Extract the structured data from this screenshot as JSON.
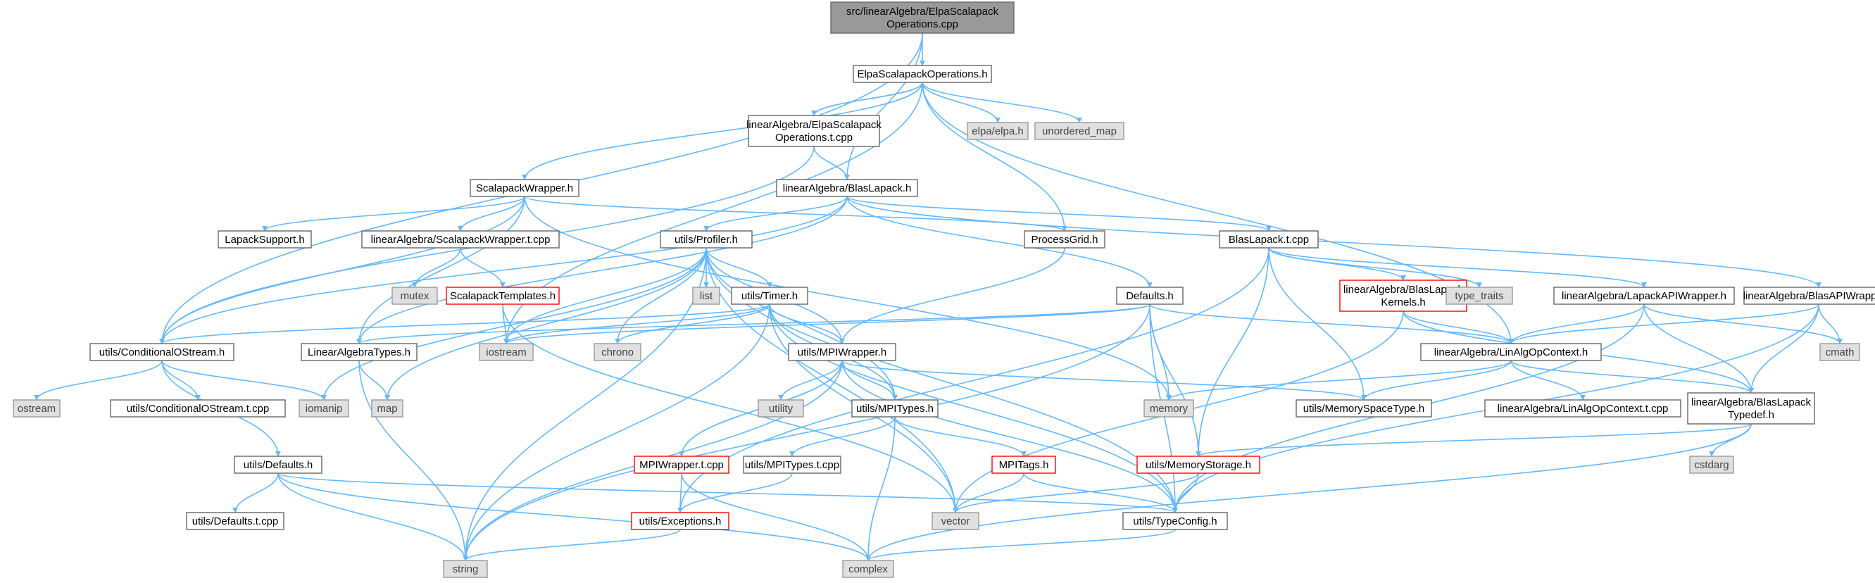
{
  "nodes": [
    {
      "id": "root",
      "lines": [
        "src/linearAlgebra/ElpaScalapack",
        "Operations.cpp"
      ],
      "style": "root"
    },
    {
      "id": "elpa_ops_h",
      "lines": [
        "ElpaScalapackOperations.h"
      ],
      "style": "normal"
    },
    {
      "id": "elpa_ops_t",
      "lines": [
        "linearAlgebra/ElpaScalapack",
        "Operations.t.cpp"
      ],
      "style": "normal"
    },
    {
      "id": "elpa_h",
      "lines": [
        "elpa/elpa.h"
      ],
      "style": "sys"
    },
    {
      "id": "unordered_map",
      "lines": [
        "unordered_map"
      ],
      "style": "sys"
    },
    {
      "id": "scalapack_wrapper_h",
      "lines": [
        "ScalapackWrapper.h"
      ],
      "style": "normal"
    },
    {
      "id": "blaslapack_h",
      "lines": [
        "linearAlgebra/BlasLapack.h"
      ],
      "style": "normal"
    },
    {
      "id": "lapack_support",
      "lines": [
        "LapackSupport.h"
      ],
      "style": "normal"
    },
    {
      "id": "scalapack_wrapper_t",
      "lines": [
        "linearAlgebra/ScalapackWrapper.t.cpp"
      ],
      "style": "normal"
    },
    {
      "id": "profiler",
      "lines": [
        "utils/Profiler.h"
      ],
      "style": "normal"
    },
    {
      "id": "process_grid",
      "lines": [
        "ProcessGrid.h"
      ],
      "style": "normal"
    },
    {
      "id": "blaslapack_t",
      "lines": [
        "BlasLapack.t.cpp"
      ],
      "style": "normal"
    },
    {
      "id": "mutex",
      "lines": [
        "mutex"
      ],
      "style": "sys"
    },
    {
      "id": "scalapack_templates",
      "lines": [
        "ScalapackTemplates.h"
      ],
      "style": "red"
    },
    {
      "id": "list",
      "lines": [
        "list"
      ],
      "style": "sys"
    },
    {
      "id": "timer",
      "lines": [
        "utils/Timer.h"
      ],
      "style": "normal"
    },
    {
      "id": "defaults_h",
      "lines": [
        "Defaults.h"
      ],
      "style": "normal"
    },
    {
      "id": "blaslapack_kernels",
      "lines": [
        "linearAlgebra/BlasLapack",
        "Kernels.h"
      ],
      "style": "red"
    },
    {
      "id": "type_traits",
      "lines": [
        "type_traits"
      ],
      "style": "sys"
    },
    {
      "id": "lapack_api_wrapper",
      "lines": [
        "linearAlgebra/LapackAPIWrapper.h"
      ],
      "style": "normal"
    },
    {
      "id": "blas_api_wrapper",
      "lines": [
        "linearAlgebra/BlasAPIWrapper.h"
      ],
      "style": "normal"
    },
    {
      "id": "cond_ostream_h",
      "lines": [
        "utils/ConditionalOStream.h"
      ],
      "style": "normal"
    },
    {
      "id": "lin_alg_types",
      "lines": [
        "LinearAlgebraTypes.h"
      ],
      "style": "normal"
    },
    {
      "id": "iostream",
      "lines": [
        "iostream"
      ],
      "style": "sys"
    },
    {
      "id": "chrono",
      "lines": [
        "chrono"
      ],
      "style": "sys"
    },
    {
      "id": "mpi_wrapper_h",
      "lines": [
        "utils/MPIWrapper.h"
      ],
      "style": "normal"
    },
    {
      "id": "lin_alg_op_ctx",
      "lines": [
        "linearAlgebra/LinAlgOpContext.h"
      ],
      "style": "normal"
    },
    {
      "id": "cmath",
      "lines": [
        "cmath"
      ],
      "style": "sys"
    },
    {
      "id": "ostream",
      "lines": [
        "ostream"
      ],
      "style": "sys"
    },
    {
      "id": "cond_ostream_t",
      "lines": [
        "utils/ConditionalOStream.t.cpp"
      ],
      "style": "normal"
    },
    {
      "id": "iomanip",
      "lines": [
        "iomanip"
      ],
      "style": "sys"
    },
    {
      "id": "map",
      "lines": [
        "map"
      ],
      "style": "sys"
    },
    {
      "id": "utility",
      "lines": [
        "utility"
      ],
      "style": "sys"
    },
    {
      "id": "mpi_types_h",
      "lines": [
        "utils/MPITypes.h"
      ],
      "style": "normal"
    },
    {
      "id": "memory",
      "lines": [
        "memory"
      ],
      "style": "sys"
    },
    {
      "id": "memory_space_type",
      "lines": [
        "utils/MemorySpaceType.h"
      ],
      "style": "normal"
    },
    {
      "id": "lin_alg_op_ctx_t",
      "lines": [
        "linearAlgebra/LinAlgOpContext.t.cpp"
      ],
      "style": "normal"
    },
    {
      "id": "blaslapack_typedef",
      "lines": [
        "linearAlgebra/BlasLapack",
        "Typedef.h"
      ],
      "style": "normal"
    },
    {
      "id": "utils_defaults_h",
      "lines": [
        "utils/Defaults.h"
      ],
      "style": "normal"
    },
    {
      "id": "mpi_wrapper_t",
      "lines": [
        "MPIWrapper.t.cpp"
      ],
      "style": "red"
    },
    {
      "id": "mpi_types_t",
      "lines": [
        "utils/MPITypes.t.cpp"
      ],
      "style": "normal"
    },
    {
      "id": "mpi_tags",
      "lines": [
        "MPITags.h"
      ],
      "style": "red"
    },
    {
      "id": "memory_storage",
      "lines": [
        "utils/MemoryStorage.h"
      ],
      "style": "red"
    },
    {
      "id": "cstdarg",
      "lines": [
        "cstdarg"
      ],
      "style": "sys"
    },
    {
      "id": "utils_defaults_t",
      "lines": [
        "utils/Defaults.t.cpp"
      ],
      "style": "normal"
    },
    {
      "id": "exceptions",
      "lines": [
        "utils/Exceptions.h"
      ],
      "style": "red"
    },
    {
      "id": "vector",
      "lines": [
        "vector"
      ],
      "style": "sys"
    },
    {
      "id": "type_config",
      "lines": [
        "utils/TypeConfig.h"
      ],
      "style": "normal"
    },
    {
      "id": "string",
      "lines": [
        "string"
      ],
      "style": "sys"
    },
    {
      "id": "complex",
      "lines": [
        "complex"
      ],
      "style": "sys"
    }
  ],
  "edges": [
    [
      "root",
      "elpa_ops_h"
    ],
    [
      "root",
      "cond_ostream_h"
    ],
    [
      "root",
      "blaslapack_h"
    ],
    [
      "elpa_ops_h",
      "elpa_ops_t"
    ],
    [
      "elpa_ops_h",
      "elpa_h"
    ],
    [
      "elpa_ops_h",
      "unordered_map"
    ],
    [
      "elpa_ops_h",
      "scalapack_wrapper_h"
    ],
    [
      "elpa_ops_h",
      "process_grid"
    ],
    [
      "elpa_ops_h",
      "lin_alg_op_ctx"
    ],
    [
      "elpa_ops_h",
      "iostream"
    ],
    [
      "elpa_ops_t",
      "elpa_ops_h"
    ],
    [
      "elpa_ops_t",
      "blaslapack_h"
    ],
    [
      "elpa_ops_t",
      "cond_ostream_h"
    ],
    [
      "scalapack_wrapper_h",
      "lapack_support"
    ],
    [
      "scalapack_wrapper_h",
      "scalapack_wrapper_t"
    ],
    [
      "scalapack_wrapper_h",
      "process_grid"
    ],
    [
      "scalapack_wrapper_h",
      "cond_ostream_h"
    ],
    [
      "scalapack_wrapper_h",
      "lin_alg_types"
    ],
    [
      "scalapack_wrapper_h",
      "memory"
    ],
    [
      "scalapack_wrapper_t",
      "mutex"
    ],
    [
      "scalapack_wrapper_t",
      "scalapack_templates"
    ],
    [
      "scalapack_templates",
      "iostream"
    ],
    [
      "scalapack_templates",
      "vector"
    ],
    [
      "blaslapack_h",
      "profiler"
    ],
    [
      "blaslapack_h",
      "blaslapack_t"
    ],
    [
      "blaslapack_h",
      "defaults_h"
    ],
    [
      "blaslapack_h",
      "blas_api_wrapper"
    ],
    [
      "blaslapack_h",
      "lin_alg_types"
    ],
    [
      "blaslapack_h",
      "cond_ostream_h"
    ],
    [
      "profiler",
      "list"
    ],
    [
      "profiler",
      "timer"
    ],
    [
      "profiler",
      "iostream"
    ],
    [
      "profiler",
      "chrono"
    ],
    [
      "profiler",
      "mpi_types_h"
    ],
    [
      "profiler",
      "iomanip"
    ],
    [
      "profiler",
      "map"
    ],
    [
      "profiler",
      "string"
    ],
    [
      "profiler",
      "type_config"
    ],
    [
      "profiler",
      "vector"
    ],
    [
      "profiler",
      "mpi_wrapper_h"
    ],
    [
      "timer",
      "chrono"
    ],
    [
      "timer",
      "iostream"
    ],
    [
      "timer",
      "mpi_wrapper_h"
    ],
    [
      "timer",
      "mpi_types_h"
    ],
    [
      "timer",
      "string"
    ],
    [
      "timer",
      "vector"
    ],
    [
      "timer",
      "type_config"
    ],
    [
      "timer",
      "cond_ostream_h"
    ],
    [
      "process_grid",
      "mpi_wrapper_h"
    ],
    [
      "blaslapack_t",
      "blaslapack_kernels"
    ],
    [
      "blaslapack_t",
      "type_traits"
    ],
    [
      "blaslapack_t",
      "lapack_api_wrapper"
    ],
    [
      "blaslapack_t",
      "memory_space_type"
    ],
    [
      "blaslapack_t",
      "memory_storage"
    ],
    [
      "blaslapack_t",
      "exceptions"
    ],
    [
      "blaslapack_kernels",
      "lin_alg_op_ctx"
    ],
    [
      "blaslapack_kernels",
      "blaslapack_typedef"
    ],
    [
      "blaslapack_kernels",
      "vector"
    ],
    [
      "lapack_api_wrapper",
      "lin_alg_op_ctx"
    ],
    [
      "lapack_api_wrapper",
      "cmath"
    ],
    [
      "lapack_api_wrapper",
      "blaslapack_typedef"
    ],
    [
      "lapack_api_wrapper",
      "type_config"
    ],
    [
      "blas_api_wrapper",
      "lin_alg_op_ctx"
    ],
    [
      "blas_api_wrapper",
      "cmath"
    ],
    [
      "blas_api_wrapper",
      "blaslapack_typedef"
    ],
    [
      "blas_api_wrapper",
      "type_config"
    ],
    [
      "defaults_h",
      "lin_alg_types"
    ],
    [
      "defaults_h",
      "memory"
    ],
    [
      "defaults_h",
      "memory_storage"
    ],
    [
      "defaults_h",
      "type_config"
    ],
    [
      "defaults_h",
      "lin_alg_op_ctx"
    ],
    [
      "defaults_h",
      "iostream"
    ],
    [
      "defaults_h",
      "string"
    ],
    [
      "cond_ostream_h",
      "ostream"
    ],
    [
      "cond_ostream_h",
      "cond_ostream_t"
    ],
    [
      "cond_ostream_h",
      "iomanip"
    ],
    [
      "cond_ostream_h",
      "utils_defaults_h"
    ],
    [
      "lin_alg_types",
      "map"
    ],
    [
      "lin_alg_types",
      "string"
    ],
    [
      "mpi_wrapper_h",
      "utility"
    ],
    [
      "mpi_wrapper_h",
      "mpi_types_h"
    ],
    [
      "mpi_wrapper_h",
      "mpi_wrapper_t"
    ],
    [
      "mpi_wrapper_h",
      "memory_space_type"
    ],
    [
      "mpi_wrapper_h",
      "type_config"
    ],
    [
      "mpi_wrapper_h",
      "string"
    ],
    [
      "mpi_wrapper_t",
      "mpi_wrapper_h"
    ],
    [
      "mpi_wrapper_t",
      "exceptions"
    ],
    [
      "mpi_wrapper_t",
      "complex"
    ],
    [
      "mpi_types_h",
      "mpi_types_t"
    ],
    [
      "mpi_types_h",
      "mpi_tags"
    ],
    [
      "mpi_types_h",
      "complex"
    ],
    [
      "mpi_types_t",
      "exceptions"
    ],
    [
      "mpi_tags",
      "vector"
    ],
    [
      "mpi_tags",
      "type_config"
    ],
    [
      "lin_alg_op_ctx",
      "memory"
    ],
    [
      "lin_alg_op_ctx",
      "memory_space_type"
    ],
    [
      "lin_alg_op_ctx",
      "lin_alg_op_ctx_t"
    ],
    [
      "lin_alg_op_ctx",
      "blaslapack_typedef"
    ],
    [
      "blaslapack_typedef",
      "cstdarg"
    ],
    [
      "blaslapack_typedef",
      "memory_storage"
    ],
    [
      "blaslapack_typedef",
      "complex"
    ],
    [
      "memory_storage",
      "type_config"
    ],
    [
      "memory_storage",
      "vector"
    ],
    [
      "utils_defaults_h",
      "utils_defaults_t"
    ],
    [
      "utils_defaults_h",
      "type_config"
    ],
    [
      "utils_defaults_h",
      "string"
    ],
    [
      "utils_defaults_h",
      "complex"
    ],
    [
      "exceptions",
      "string"
    ],
    [
      "type_config",
      "complex"
    ]
  ]
}
